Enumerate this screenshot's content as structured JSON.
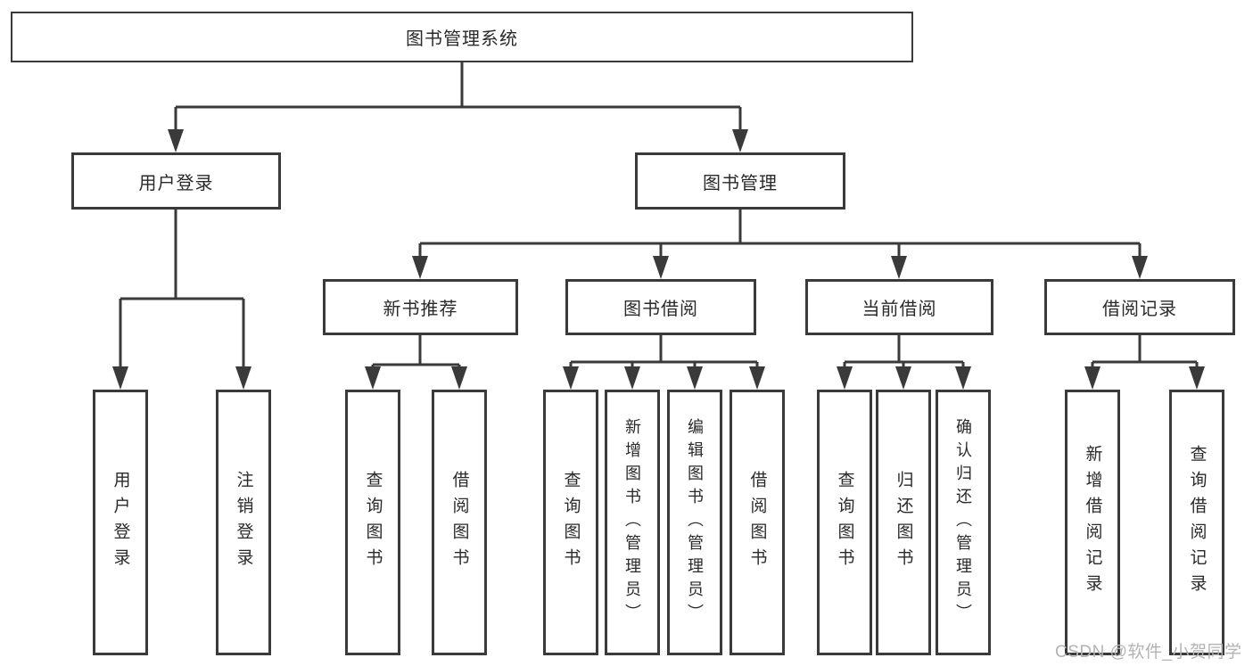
{
  "diagram": {
    "title": "图书管理系统",
    "root": {
      "label": "图书管理系统"
    },
    "level2": [
      {
        "label": "用户登录"
      },
      {
        "label": "图书管理"
      }
    ],
    "level3": [
      {
        "label": "新书推荐",
        "parent": "图书管理"
      },
      {
        "label": "图书借阅",
        "parent": "图书管理"
      },
      {
        "label": "当前借阅",
        "parent": "图书管理"
      },
      {
        "label": "借阅记录",
        "parent": "图书管理"
      }
    ],
    "leaves": [
      {
        "label": "用户登录",
        "parent": "用户登录"
      },
      {
        "label": "注销登录",
        "parent": "用户登录"
      },
      {
        "label": "查询图书",
        "parent": "新书推荐"
      },
      {
        "label": "借阅图书",
        "parent": "新书推荐"
      },
      {
        "label": "查询图书",
        "parent": "图书借阅"
      },
      {
        "label": "新增图书（管理员）",
        "parent": "图书借阅"
      },
      {
        "label": "编辑图书（管理员）",
        "parent": "图书借阅"
      },
      {
        "label": "借阅图书",
        "parent": "图书借阅"
      },
      {
        "label": "查询图书",
        "parent": "当前借阅"
      },
      {
        "label": "归还图书",
        "parent": "当前借阅"
      },
      {
        "label": "确认归还（管理员）",
        "parent": "当前借阅"
      },
      {
        "label": "新增借阅记录",
        "parent": "借阅记录"
      },
      {
        "label": "查询借阅记录",
        "parent": "借阅记录"
      }
    ]
  },
  "watermark": {
    "text": "CSDN @软件_小贺同学"
  },
  "colors": {
    "line": "#3a3a3a",
    "box_border": "#3a3a3a",
    "box_fill": "#ffffff",
    "text": "#2a2a2a",
    "watermark": "#b3b3b3",
    "background": "#ffffff"
  }
}
